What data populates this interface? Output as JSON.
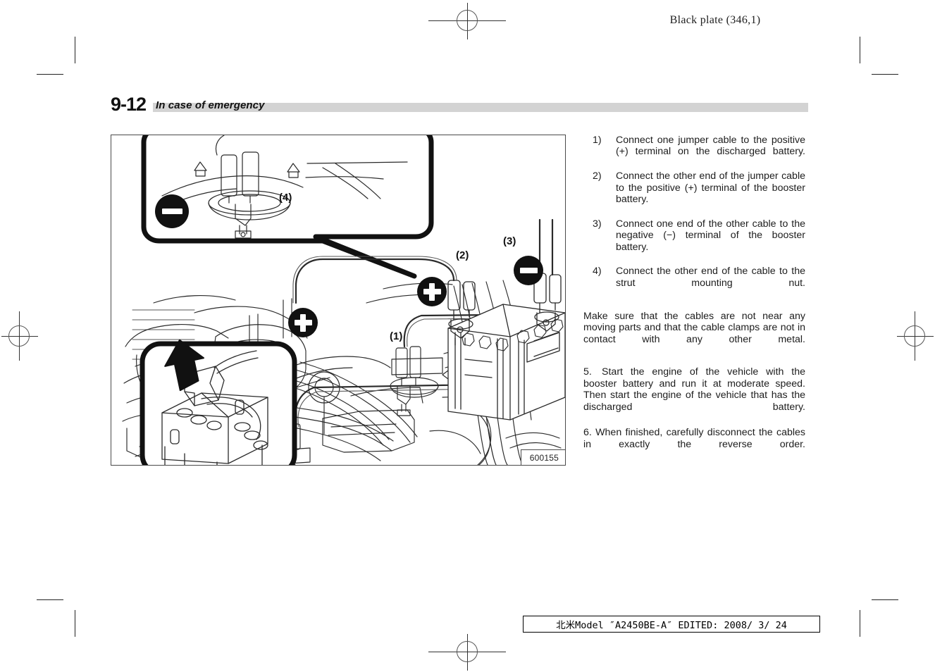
{
  "print_marks": {
    "black_plate": "Black plate (346,1)"
  },
  "header": {
    "page_number": "9-12",
    "section_title": "In case of emergency"
  },
  "figure": {
    "id": "600155",
    "callout_labels": {
      "one": "(1)",
      "two": "(2)",
      "three": "(3)",
      "four": "(4)"
    },
    "terminal_badges": {
      "positive": "+",
      "negative": "−"
    },
    "description": "Engine compartment line drawing showing jumper cable connections between a discharged vehicle battery and a booster battery, with two magnified detail callouts."
  },
  "instructions": {
    "steps": [
      {
        "marker": "1)",
        "text": "Connect one jumper cable to the positive (+) terminal on the discharged battery."
      },
      {
        "marker": "2)",
        "text": "Connect the other end of the jumper cable to the positive (+) terminal of the booster battery."
      },
      {
        "marker": "3)",
        "text": "Connect one end of the other cable to the negative (−) terminal of the booster battery."
      },
      {
        "marker": "4)",
        "text": "Connect the other end of the cable to the strut mounting nut."
      }
    ],
    "paragraphs": [
      "Make sure that the cables are not near any moving parts and that the cable clamps are not in contact with any other metal.",
      "5. Start the engine of the vehicle with the booster battery and run it at moderate speed. Then start the engine of the vehicle that has the discharged battery.",
      "6. When finished, carefully disconnect the cables in exactly the reverse order."
    ]
  },
  "footer": {
    "stamp": "北米Model ″A2450BE-A″ EDITED: 2008/ 3/ 24"
  },
  "colors": {
    "header_bar": "#d3d3d3",
    "frame_border": "#4a4a4a",
    "ink": "#1a1a1a"
  }
}
